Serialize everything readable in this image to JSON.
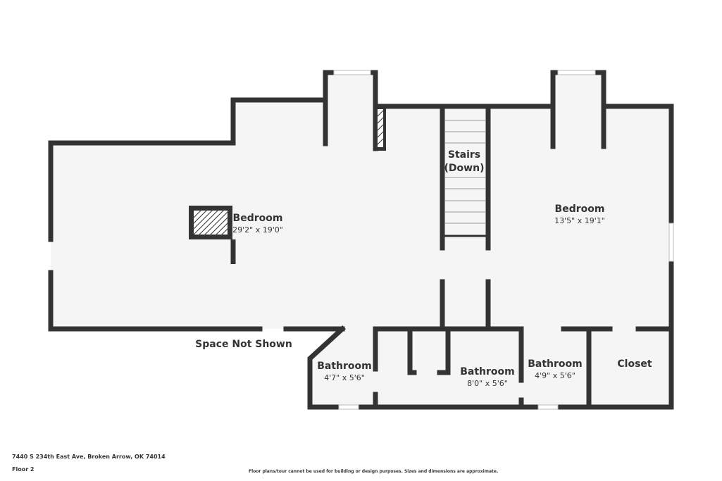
{
  "rooms": {
    "bedroom_left": {
      "name": "Bedroom",
      "dims": "29'2\" x 19'0\""
    },
    "bedroom_right": {
      "name": "Bedroom",
      "dims": "13'5\" x 19'1\""
    },
    "stairs": {
      "line1": "Stairs",
      "line2": "(Down)"
    },
    "bathroom_1": {
      "name": "Bathroom",
      "dims": "4'7\" x 5'6\""
    },
    "bathroom_2": {
      "name": "Bathroom",
      "dims": "8'0\" x 5'6\""
    },
    "bathroom_3": {
      "name": "Bathroom",
      "dims": "4'9\" x 5'6\""
    },
    "closet": {
      "name": "Closet"
    }
  },
  "space_not_shown": "Space Not Shown",
  "footer": {
    "address": "7440 S 234th East Ave, Broken Arrow, OK 74014",
    "floor": "Floor 2",
    "disclaimer": "Floor plans/tour cannot be used for building or design purposes. Sizes and dimensions are approximate."
  },
  "colors": {
    "wall": "#333333",
    "floor": "#f5f5f5",
    "window": "#ffffff"
  }
}
